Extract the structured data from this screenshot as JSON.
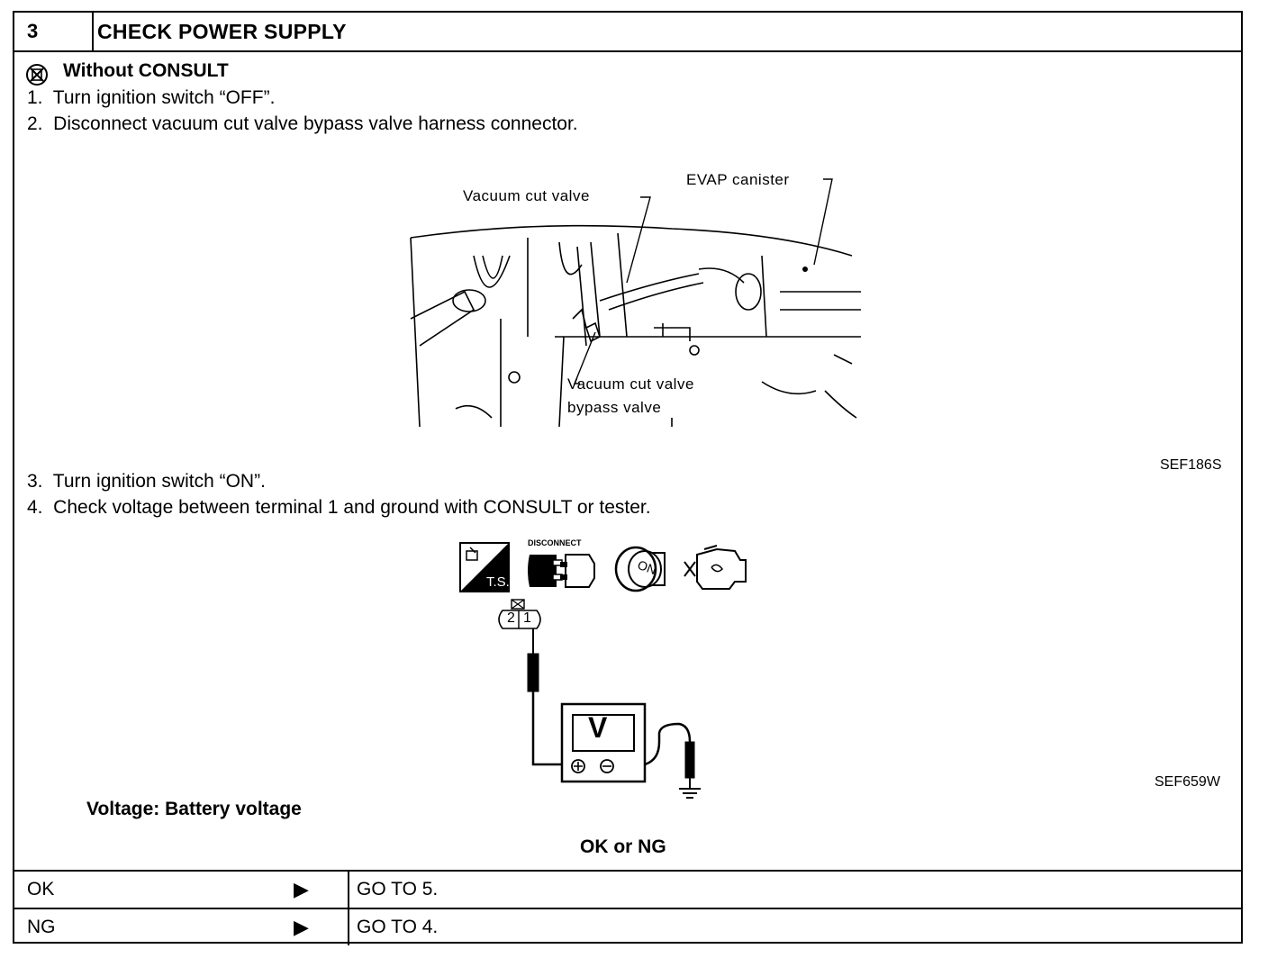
{
  "header": {
    "step_number": "3",
    "title": "CHECK POWER SUPPLY"
  },
  "section": {
    "heading": "Without CONSULT",
    "steps_a": [
      "1.  Turn ignition switch “OFF”.",
      "2.  Disconnect vacuum cut valve bypass valve harness connector."
    ],
    "steps_b": [
      "3.  Turn ignition switch “ON”.",
      "4.  Check voltage between terminal 1 and ground with CONSULT or tester."
    ]
  },
  "figure1": {
    "labels": {
      "vacuum_cut_valve": "Vacuum cut valve",
      "evap_canister": "EVAP canister",
      "bypass_line1": "Vacuum cut valve",
      "bypass_line2": "bypass valve"
    },
    "code": "SEF186S"
  },
  "figure2": {
    "icons": {
      "ts_label": "T.S.",
      "disconnect_label": "DISCONNECT",
      "on_label": "ON"
    },
    "connector_terminals": [
      "2",
      "1"
    ],
    "meter_label": "V",
    "code": "SEF659W"
  },
  "spec": {
    "voltage": "Voltage: Battery voltage"
  },
  "decision": {
    "question": "OK or NG",
    "rows": [
      {
        "result": "OK",
        "arrow": "▶",
        "action": "GO TO 5."
      },
      {
        "result": "NG",
        "arrow": "▶",
        "action": "GO TO 4."
      }
    ]
  }
}
